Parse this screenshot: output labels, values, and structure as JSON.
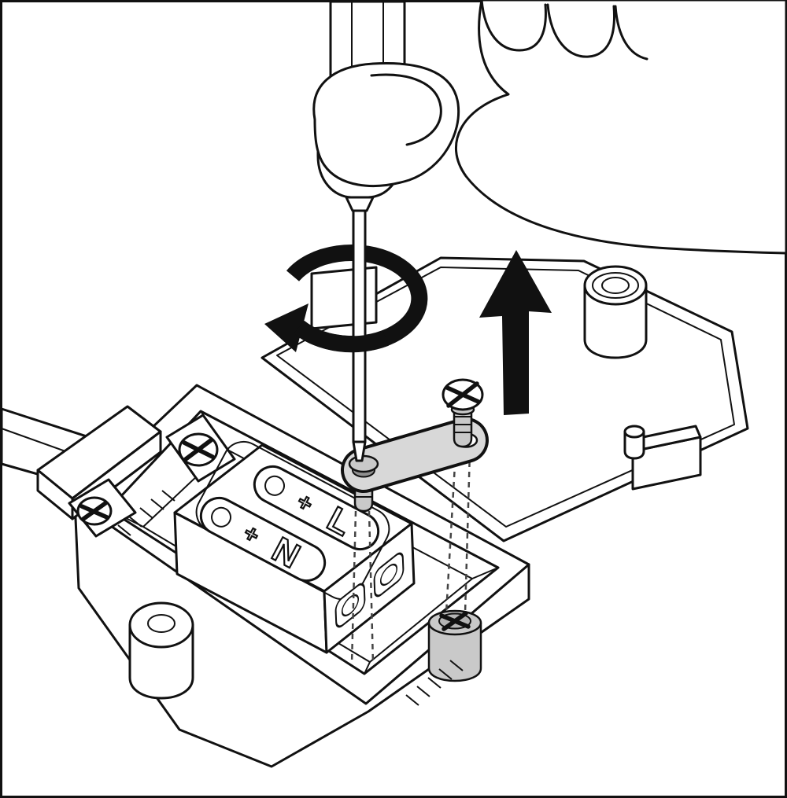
{
  "figure": {
    "description": "Installation instruction drawing: a hand turns a screwdriver counterclockwise to unscrew the cable clamp while the junction-box cover is lifted away",
    "background_color": "#ffffff",
    "line_color": "#111111",
    "metal_color": "#c9c9c9",
    "clamp_color": "#d8d8d8",
    "labels": {
      "terminal_neutral": "N",
      "terminal_live": "L",
      "plus_mark": "+"
    },
    "icons": [
      "hand-icon",
      "screwdriver-icon",
      "rotate-counterclockwise-arrow-icon",
      "lift-arrow-icon",
      "phillips-screw-icon",
      "cable-clamp-icon",
      "junction-box-base-icon",
      "junction-box-cover-icon",
      "cable-gland-icon",
      "terminal-block-icon",
      "mains-cable-icon"
    ]
  }
}
